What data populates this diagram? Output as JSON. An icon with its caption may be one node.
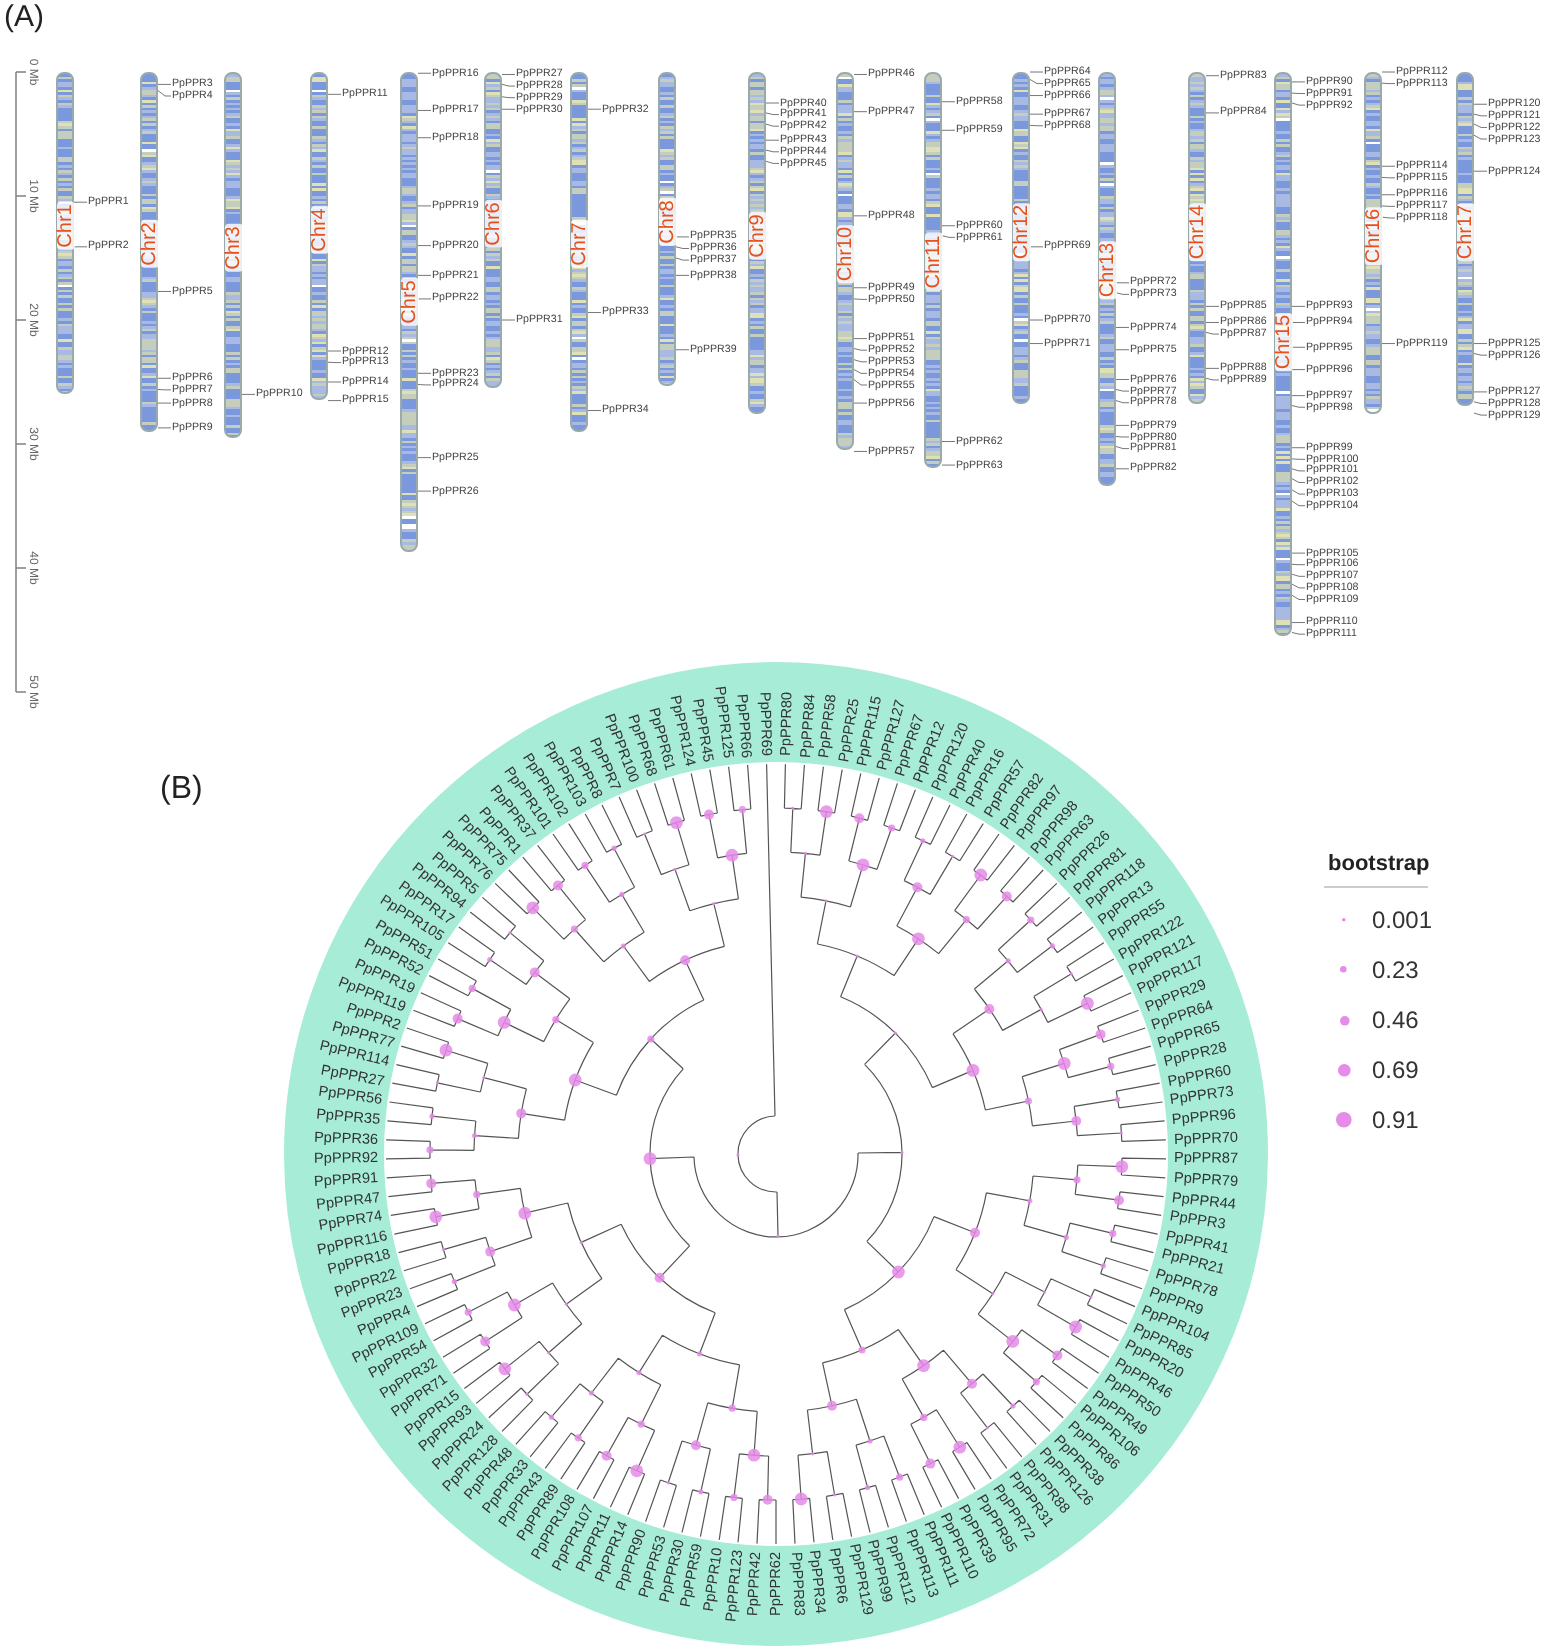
{
  "diagram": {
    "nodes": [
      {
        "text": [
          "Chr1"
        ]
      },
      {
        "text": [
          "PpPPR1"
        ]
      },
      {
        "text": [
          "PpPPR2"
        ]
      },
      {
        "text": [
          "Chr2"
        ]
      },
      {
        "text": [
          "PpPPR3"
        ]
      },
      {
        "text": [
          "PpPPR4"
        ]
      },
      {
        "text": [
          "PpPPR5"
        ]
      },
      {
        "text": [
          "PpPPR6"
        ]
      },
      {
        "text": [
          "PpPPR7"
        ]
      },
      {
        "text": [
          "PpPPR8"
        ]
      },
      {
        "text": [
          "PpPPR9"
        ]
      },
      {
        "text": [
          "Chr3"
        ]
      },
      {
        "text": [
          "PpPPR10"
        ]
      },
      {
        "text": [
          "Chr4"
        ]
      },
      {
        "text": [
          "PpPPR11"
        ]
      },
      {
        "text": [
          "PpPPR12"
        ]
      },
      {
        "text": [
          "PpPPR13"
        ]
      },
      {
        "text": [
          "PpPPR14"
        ]
      },
      {
        "text": [
          "PpPPR15"
        ]
      },
      {
        "text": [
          "Chr5"
        ]
      },
      {
        "text": [
          "PpPPR16"
        ]
      },
      {
        "text": [
          "PpPPR17"
        ]
      },
      {
        "text": [
          "PpPPR18"
        ]
      },
      {
        "text": [
          "PpPPR19"
        ]
      },
      {
        "text": [
          "PpPPR20"
        ]
      },
      {
        "text": [
          "PpPPR21"
        ]
      },
      {
        "text": [
          "PpPPR22"
        ]
      },
      {
        "text": [
          "PpPPR23"
        ]
      },
      {
        "text": [
          "PpPPR24"
        ]
      },
      {
        "text": [
          "PpPPR25"
        ]
      },
      {
        "text": [
          "PpPPR26"
        ]
      },
      {
        "text": [
          "Chr6"
        ]
      },
      {
        "text": [
          "PpPPR27"
        ]
      },
      {
        "text": [
          "PpPPR28"
        ]
      },
      {
        "text": [
          "PpPPR29"
        ]
      },
      {
        "text": [
          "PpPPR30"
        ]
      },
      {
        "text": [
          "PpPPR31"
        ]
      },
      {
        "text": [
          "Chr7"
        ]
      },
      {
        "text": [
          "PpPPR32"
        ]
      },
      {
        "text": [
          "PpPPR33"
        ]
      },
      {
        "text": [
          "PpPPR34"
        ]
      },
      {
        "text": [
          "Chr8"
        ]
      },
      {
        "text": [
          "PpPPR35"
        ]
      },
      {
        "text": [
          "PpPPR36"
        ]
      },
      {
        "text": [
          "PpPPR37"
        ]
      },
      {
        "text": [
          "PpPPR38"
        ]
      },
      {
        "text": [
          "PpPPR39"
        ]
      },
      {
        "text": [
          "Chr9"
        ]
      },
      {
        "text": [
          "PpPPR40"
        ]
      },
      {
        "text": [
          "PpPPR41"
        ]
      },
      {
        "text": [
          "PpPPR42"
        ]
      },
      {
        "text": [
          "PpPPR43"
        ]
      },
      {
        "text": [
          "PpPPR44"
        ]
      },
      {
        "text": [
          "PpPPR45"
        ]
      },
      {
        "text": [
          "Chr10"
        ]
      },
      {
        "text": [
          "PpPPR46"
        ]
      },
      {
        "text": [
          "PpPPR47"
        ]
      },
      {
        "text": [
          "PpPPR48"
        ]
      },
      {
        "text": [
          "PpPPR49"
        ]
      },
      {
        "text": [
          "PpPPR50"
        ]
      },
      {
        "text": [
          "PpPPR51"
        ]
      },
      {
        "text": [
          "PpPPR52"
        ]
      },
      {
        "text": [
          "PpPPR53"
        ]
      },
      {
        "text": [
          "PpPPR54"
        ]
      },
      {
        "text": [
          "PpPPR55"
        ]
      },
      {
        "text": [
          "PpPPR56"
        ]
      },
      {
        "text": [
          "PpPPR57"
        ]
      },
      {
        "text": [
          "Chr11"
        ]
      },
      {
        "text": [
          "PpPPR58"
        ]
      },
      {
        "text": [
          "PpPPR59"
        ]
      },
      {
        "text": [
          "PpPPR60"
        ]
      },
      {
        "text": [
          "PpPPR61"
        ]
      },
      {
        "text": [
          "PpPPR62"
        ]
      },
      {
        "text": [
          "PpPPR63"
        ]
      },
      {
        "text": [
          "Chr12"
        ]
      },
      {
        "text": [
          "PpPPR64"
        ]
      },
      {
        "text": [
          "PpPPR65"
        ]
      },
      {
        "text": [
          "PpPPR66"
        ]
      },
      {
        "text": [
          "PpPPR67"
        ]
      },
      {
        "text": [
          "PpPPR68"
        ]
      },
      {
        "text": [
          "PpPPR69"
        ]
      },
      {
        "text": [
          "PpPPR70"
        ]
      },
      {
        "text": [
          "PpPPR71"
        ]
      },
      {
        "text": [
          "Chr13"
        ]
      },
      {
        "text": [
          "PpPPR72"
        ]
      },
      {
        "text": [
          "PpPPR73"
        ]
      },
      {
        "text": [
          "PpPPR74"
        ]
      },
      {
        "text": [
          "PpPPR75"
        ]
      },
      {
        "text": [
          "PpPPR76"
        ]
      },
      {
        "text": [
          "PpPPR77"
        ]
      },
      {
        "text": [
          "PpPPR78"
        ]
      },
      {
        "text": [
          "PpPPR79"
        ]
      },
      {
        "text": [
          "PpPPR80"
        ]
      },
      {
        "text": [
          "PpPPR81"
        ]
      },
      {
        "text": [
          "PpPPR82"
        ]
      },
      {
        "text": [
          "Chr14"
        ]
      },
      {
        "text": [
          "PpPPR83"
        ]
      },
      {
        "text": [
          "PpPPR84"
        ]
      },
      {
        "text": [
          "PpPPR85"
        ]
      },
      {
        "text": [
          "PpPPR86"
        ]
      },
      {
        "text": [
          "PpPPR87"
        ]
      },
      {
        "text": [
          "PpPPR88"
        ]
      },
      {
        "text": [
          "PpPPR89"
        ]
      },
      {
        "text": [
          "Chr15"
        ]
      },
      {
        "text": [
          "PpPPR90"
        ]
      },
      {
        "text": [
          "PpPPR91"
        ]
      },
      {
        "text": [
          "PpPPR92"
        ]
      },
      {
        "text": [
          "PpPPR93"
        ]
      },
      {
        "text": [
          "PpPPR94"
        ]
      },
      {
        "text": [
          "PpPPR95"
        ]
      },
      {
        "text": [
          "PpPPR96"
        ]
      },
      {
        "text": [
          "PpPPR97"
        ]
      },
      {
        "text": [
          "PpPPR98"
        ]
      },
      {
        "text": [
          "PpPPR99"
        ]
      },
      {
        "text": [
          "PpPPR100"
        ]
      },
      {
        "text": [
          "PpPPR101"
        ]
      },
      {
        "text": [
          "PpPPR102"
        ]
      },
      {
        "text": [
          "PpPPR103"
        ]
      },
      {
        "text": [
          "PpPPR104"
        ]
      },
      {
        "text": [
          "PpPPR105"
        ]
      },
      {
        "text": [
          "PpPPR106"
        ]
      },
      {
        "text": [
          "PpPPR107"
        ]
      },
      {
        "text": [
          "PpPPR108"
        ]
      },
      {
        "text": [
          "PpPPR109"
        ]
      },
      {
        "text": [
          "PpPPR110"
        ]
      },
      {
        "text": [
          "PpPPR111"
        ]
      },
      {
        "text": [
          "Chr16"
        ]
      },
      {
        "text": [
          "PpPPR112"
        ]
      },
      {
        "text": [
          "PpPPR113"
        ]
      },
      {
        "text": [
          "PpPPR114"
        ]
      },
      {
        "text": [
          "PpPPR115"
        ]
      },
      {
        "text": [
          "PpPPR116"
        ]
      },
      {
        "text": [
          "PpPPR117"
        ]
      },
      {
        "text": [
          "PpPPR118"
        ]
      },
      {
        "text": [
          "PpPPR119"
        ]
      },
      {
        "text": [
          "Chr17"
        ]
      },
      {
        "text": [
          "PpPPR120"
        ]
      },
      {
        "text": [
          "PpPPR121"
        ]
      },
      {
        "text": [
          "PpPPR122"
        ]
      },
      {
        "text": [
          "PpPPR123"
        ]
      },
      {
        "text": [
          "PpPPR124"
        ]
      },
      {
        "text": [
          "PpPPR125"
        ]
      },
      {
        "text": [
          "PpPPR126"
        ]
      },
      {
        "text": [
          "PpPPR127"
        ]
      },
      {
        "text": [
          "PpPPR128"
        ]
      },
      {
        "text": [
          "PpPPR129"
        ]
      }
    ],
    "edges": [
      {
        "from": 1,
        "to": 0,
        "arrow": "none"
      },
      {
        "from": 2,
        "to": 0,
        "arrow": "none"
      },
      {
        "from": 4,
        "to": 3,
        "arrow": "none"
      },
      {
        "from": 5,
        "to": 3,
        "arrow": "none"
      },
      {
        "from": 6,
        "to": 3,
        "arrow": "none"
      },
      {
        "from": 7,
        "to": 3,
        "arrow": "none"
      },
      {
        "from": 8,
        "to": 3,
        "arrow": "none"
      },
      {
        "from": 9,
        "to": 3,
        "arrow": "none"
      },
      {
        "from": 10,
        "to": 3,
        "arrow": "none"
      },
      {
        "from": 12,
        "to": 11,
        "arrow": "none"
      },
      {
        "from": 14,
        "to": 13,
        "arrow": "none"
      },
      {
        "from": 15,
        "to": 13,
        "arrow": "none"
      },
      {
        "from": 16,
        "to": 13,
        "arrow": "none"
      },
      {
        "from": 17,
        "to": 13,
        "arrow": "none"
      },
      {
        "from": 18,
        "to": 13,
        "arrow": "none"
      },
      {
        "from": 20,
        "to": 19,
        "arrow": "none"
      },
      {
        "from": 21,
        "to": 19,
        "arrow": "none"
      },
      {
        "from": 22,
        "to": 19,
        "arrow": "none"
      },
      {
        "from": 23,
        "to": 19,
        "arrow": "none"
      },
      {
        "from": 24,
        "to": 19,
        "arrow": "none"
      },
      {
        "from": 25,
        "to": 19,
        "arrow": "none"
      },
      {
        "from": 26,
        "to": 19,
        "arrow": "none"
      },
      {
        "from": 27,
        "to": 19,
        "arrow": "none"
      },
      {
        "from": 28,
        "to": 19,
        "arrow": "none"
      },
      {
        "from": 29,
        "to": 19,
        "arrow": "none"
      },
      {
        "from": 30,
        "to": 19,
        "arrow": "none"
      },
      {
        "from": 32,
        "to": 31,
        "arrow": "none"
      },
      {
        "from": 33,
        "to": 31,
        "arrow": "none"
      },
      {
        "from": 34,
        "to": 31,
        "arrow": "none"
      },
      {
        "from": 35,
        "to": 31,
        "arrow": "none"
      },
      {
        "from": 36,
        "to": 31,
        "arrow": "none"
      },
      {
        "from": 38,
        "to": 37,
        "arrow": "none"
      },
      {
        "from": 39,
        "to": 37,
        "arrow": "none"
      },
      {
        "from": 40,
        "to": 37,
        "arrow": "none"
      },
      {
        "from": 42,
        "to": 41,
        "arrow": "none"
      },
      {
        "from": 43,
        "to": 41,
        "arrow": "none"
      },
      {
        "from": 44,
        "to": 41,
        "arrow": "none"
      },
      {
        "from": 45,
        "to": 41,
        "arrow": "none"
      },
      {
        "from": 46,
        "to": 41,
        "arrow": "none"
      },
      {
        "from": 48,
        "to": 47,
        "arrow": "none"
      },
      {
        "from": 49,
        "to": 47,
        "arrow": "none"
      },
      {
        "from": 50,
        "to": 47,
        "arrow": "none"
      },
      {
        "from": 51,
        "to": 47,
        "arrow": "none"
      },
      {
        "from": 52,
        "to": 47,
        "arrow": "none"
      },
      {
        "from": 53,
        "to": 47,
        "arrow": "none"
      },
      {
        "from": 55,
        "to": 54,
        "arrow": "none"
      },
      {
        "from": 56,
        "to": 54,
        "arrow": "none"
      },
      {
        "from": 57,
        "to": 54,
        "arrow": "none"
      },
      {
        "from": 58,
        "to": 54,
        "arrow": "none"
      },
      {
        "from": 59,
        "to": 54,
        "arrow": "none"
      },
      {
        "from": 60,
        "to": 54,
        "arrow": "none"
      },
      {
        "from": 61,
        "to": 54,
        "arrow": "none"
      },
      {
        "from": 62,
        "to": 54,
        "arrow": "none"
      },
      {
        "from": 63,
        "to": 54,
        "arrow": "none"
      },
      {
        "from": 64,
        "to": 54,
        "arrow": "none"
      },
      {
        "from": 65,
        "to": 54,
        "arrow": "none"
      },
      {
        "from": 66,
        "to": 54,
        "arrow": "none"
      },
      {
        "from": 68,
        "to": 67,
        "arrow": "none"
      },
      {
        "from": 69,
        "to": 67,
        "arrow": "none"
      },
      {
        "from": 70,
        "to": 67,
        "arrow": "none"
      },
      {
        "from": 71,
        "to": 67,
        "arrow": "none"
      },
      {
        "from": 72,
        "to": 67,
        "arrow": "none"
      },
      {
        "from": 73,
        "to": 67,
        "arrow": "none"
      },
      {
        "from": 75,
        "to": 74,
        "arrow": "none"
      },
      {
        "from": 76,
        "to": 74,
        "arrow": "none"
      },
      {
        "from": 77,
        "to": 74,
        "arrow": "none"
      },
      {
        "from": 78,
        "to": 74,
        "arrow": "none"
      },
      {
        "from": 79,
        "to": 74,
        "arrow": "none"
      },
      {
        "from": 80,
        "to": 74,
        "arrow": "none"
      },
      {
        "from": 81,
        "to": 74,
        "arrow": "none"
      },
      {
        "from": 82,
        "to": 74,
        "arrow": "none"
      },
      {
        "from": 84,
        "to": 83,
        "arrow": "none"
      },
      {
        "from": 85,
        "to": 83,
        "arrow": "none"
      },
      {
        "from": 86,
        "to": 83,
        "arrow": "none"
      },
      {
        "from": 87,
        "to": 83,
        "arrow": "none"
      },
      {
        "from": 88,
        "to": 83,
        "arrow": "none"
      },
      {
        "from": 89,
        "to": 83,
        "arrow": "none"
      },
      {
        "from": 90,
        "to": 83,
        "arrow": "none"
      },
      {
        "from": 91,
        "to": 83,
        "arrow": "none"
      },
      {
        "from": 92,
        "to": 83,
        "arrow": "none"
      },
      {
        "from": 93,
        "to": 83,
        "arrow": "none"
      },
      {
        "from": 94,
        "to": 83,
        "arrow": "none"
      },
      {
        "from": 96,
        "to": 95,
        "arrow": "none"
      },
      {
        "from": 97,
        "to": 95,
        "arrow": "none"
      },
      {
        "from": 98,
        "to": 95,
        "arrow": "none"
      },
      {
        "from": 99,
        "to": 95,
        "arrow": "none"
      },
      {
        "from": 100,
        "to": 95,
        "arrow": "none"
      },
      {
        "from": 101,
        "to": 95,
        "arrow": "none"
      },
      {
        "from": 102,
        "to": 95,
        "arrow": "none"
      },
      {
        "from": 104,
        "to": 103,
        "arrow": "none"
      },
      {
        "from": 105,
        "to": 103,
        "arrow": "none"
      },
      {
        "from": 106,
        "to": 103,
        "arrow": "none"
      },
      {
        "from": 107,
        "to": 103,
        "arrow": "none"
      },
      {
        "from": 108,
        "to": 103,
        "arrow": "none"
      },
      {
        "from": 109,
        "to": 103,
        "arrow": "none"
      },
      {
        "from": 110,
        "to": 103,
        "arrow": "none"
      },
      {
        "from": 111,
        "to": 103,
        "arrow": "none"
      },
      {
        "from": 112,
        "to": 103,
        "arrow": "none"
      },
      {
        "from": 113,
        "to": 103,
        "arrow": "none"
      },
      {
        "from": 114,
        "to": 103,
        "arrow": "none"
      },
      {
        "from": 115,
        "to": 103,
        "arrow": "none"
      },
      {
        "from": 116,
        "to": 103,
        "arrow": "none"
      },
      {
        "from": 117,
        "to": 103,
        "arrow": "none"
      },
      {
        "from": 118,
        "to": 103,
        "arrow": "none"
      },
      {
        "from": 119,
        "to": 103,
        "arrow": "none"
      },
      {
        "from": 120,
        "to": 103,
        "arrow": "none"
      },
      {
        "from": 121,
        "to": 103,
        "arrow": "none"
      },
      {
        "from": 122,
        "to": 103,
        "arrow": "none"
      },
      {
        "from": 123,
        "to": 103,
        "arrow": "none"
      },
      {
        "from": 124,
        "to": 103,
        "arrow": "none"
      },
      {
        "from": 125,
        "to": 103,
        "arrow": "none"
      },
      {
        "from": 127,
        "to": 126,
        "arrow": "none"
      },
      {
        "from": 128,
        "to": 126,
        "arrow": "none"
      },
      {
        "from": 129,
        "to": 126,
        "arrow": "none"
      },
      {
        "from": 130,
        "to": 126,
        "arrow": "none"
      },
      {
        "from": 131,
        "to": 126,
        "arrow": "none"
      },
      {
        "from": 132,
        "to": 126,
        "arrow": "none"
      },
      {
        "from": 133,
        "to": 126,
        "arrow": "none"
      },
      {
        "from": 134,
        "to": 126,
        "arrow": "none"
      },
      {
        "from": 136,
        "to": 135,
        "arrow": "none"
      },
      {
        "from": 137,
        "to": 135,
        "arrow": "none"
      },
      {
        "from": 138,
        "to": 135,
        "arrow": "none"
      },
      {
        "from": 139,
        "to": 135,
        "arrow": "none"
      },
      {
        "from": 140,
        "to": 135,
        "arrow": "none"
      },
      {
        "from": 141,
        "to": 135,
        "arrow": "none"
      },
      {
        "from": 142,
        "to": 135,
        "arrow": "none"
      },
      {
        "from": 143,
        "to": 135,
        "arrow": "none"
      },
      {
        "from": 144,
        "to": 135,
        "arrow": "none"
      },
      {
        "from": 145,
        "to": 135,
        "arrow": "none"
      }
    ],
    "labels": [
      "(A)",
      "0 Mb",
      "10 Mb",
      "20 Mb",
      "30 Mb",
      "40 Mb",
      "50 Mb",
      "(B)",
      "PpPPR36",
      "PpPPR35",
      "PpPPR56",
      "PpPPR27",
      "PpPPR114",
      "PpPPR77",
      "PpPPR2",
      "PpPPR119",
      "PpPPR19",
      "PpPPR52",
      "PpPPR51",
      "PpPPR105",
      "PpPPR17",
      "PpPPR94",
      "PpPPR5",
      "PpPPR76",
      "PpPPR75",
      "PpPPR1",
      "PpPPR37",
      "PpPPR101",
      "PpPPR102",
      "PpPPR103",
      "PpPPR8",
      "PpPPR7",
      "PpPPR100",
      "PpPPR68",
      "PpPPR61",
      "PpPPR124",
      "PpPPR45",
      "PpPPR125",
      "PpPPR66",
      "PpPPR69",
      "PpPPR80",
      "PpPPR84",
      "PpPPR58",
      "PpPPR25",
      "PpPPR115",
      "PpPPR127",
      "PpPPR67",
      "PpPPR12",
      "PpPPR120",
      "PpPPR40",
      "PpPPR16",
      "PpPPR57",
      "PpPPR82",
      "PpPPR97",
      "PpPPR98",
      "PpPPR63",
      "PpPPR26",
      "PpPPR81",
      "PpPPR118",
      "PpPPR13",
      "PpPPR55",
      "PpPPR122",
      "PpPPR121",
      "PpPPR117",
      "PpPPR29",
      "PpPPR64",
      "PpPPR65",
      "PpPPR28",
      "PpPPR60",
      "PpPPR73",
      "PpPPR96",
      "PpPPR70",
      "PpPPR92",
      "PpPPR91",
      "PpPPR47",
      "PpPPR74",
      "PpPPR116",
      "PpPPR18",
      "PpPPR22",
      "PpPPR23",
      "PpPPR4",
      "PpPPR109",
      "PpPPR54",
      "PpPPR32",
      "PpPPR71",
      "PpPPR15",
      "PpPPR93",
      "PpPPR24",
      "PpPPR128",
      "PpPPR48",
      "PpPPR33",
      "PpPPR43",
      "PpPPR89",
      "PpPPR108",
      "PpPPR107",
      "PpPPR11",
      "PpPPR14",
      "PpPPR90",
      "PpPPR53",
      "PpPPR30",
      "PpPPR59",
      "PpPPR10",
      "PpPPR123",
      "PpPPR42",
      "PpPPR62",
      "PpPPR83",
      "PpPPR34",
      "PpPPR6",
      "PpPPR129",
      "PpPPR99",
      "PpPPR112",
      "PpPPR113",
      "PpPPR111",
      "PpPPR110",
      "PpPPR39",
      "PpPPR95",
      "PpPPR72",
      "PpPPR31",
      "PpPPR88",
      "PpPPR126",
      "PpPPR38",
      "PpPPR86",
      "PpPPR106",
      "PpPPR49",
      "PpPPR50",
      "PpPPR46",
      "PpPPR20",
      "PpPPR85",
      "PpPPR104",
      "PpPPR9",
      "PpPPR78",
      "PpPPR21",
      "PpPPR41",
      "PpPPR3",
      "PpPPR44",
      "PpPPR79",
      "PpPPR87",
      "bootstrap"
    ],
    "legend": [
      {
        "text": "0.001"
      },
      {
        "text": "0.23"
      },
      {
        "text": "0.46"
      },
      {
        "text": "0.69"
      },
      {
        "text": "0.91"
      }
    ]
  }
}
